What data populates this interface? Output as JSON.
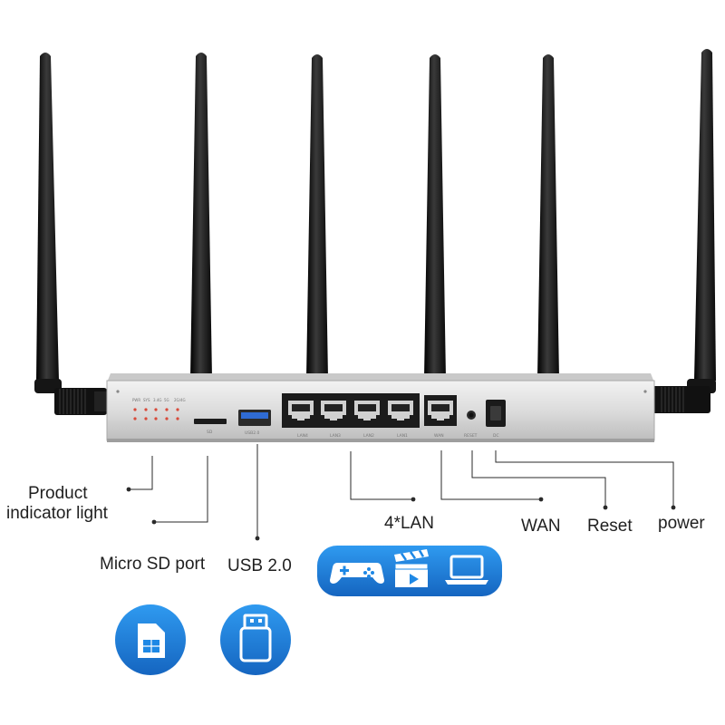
{
  "callouts": {
    "product_indicator_line1": "Product",
    "product_indicator_line2": "indicator light",
    "micro_sd": "Micro SD port",
    "usb": "USB 2.0",
    "lan": "4*LAN",
    "wan": "WAN",
    "reset": "Reset",
    "power": "power"
  },
  "panel": {
    "led_labels": [
      "PWR",
      "SYS",
      "3.4G",
      "5G",
      "2G/4G"
    ],
    "sd_label": "SD",
    "usb_label": "USB2.0",
    "lan_labels": [
      "LAN4",
      "LAN3",
      "LAN2",
      "LAN1"
    ],
    "wan_label": "WAN",
    "reset_label": "RESET",
    "dc_label": "DC"
  },
  "icons": [
    "gamepad-icon",
    "clapperboard-icon",
    "laptop-icon",
    "sim-card-icon",
    "usb-stick-icon"
  ],
  "colors": {
    "accent_blue": "#1e88e5",
    "chassis": "#d8d8d8",
    "antenna": "#111111"
  }
}
